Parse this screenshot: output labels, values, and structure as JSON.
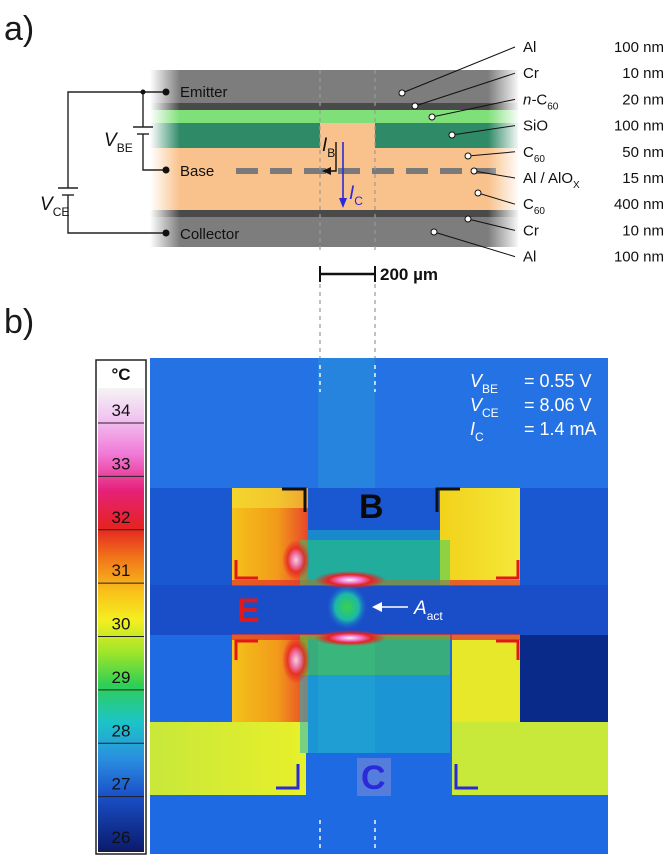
{
  "panels": {
    "a": "a)",
    "b": "b)"
  },
  "cross_section": {
    "terminals": {
      "emitter": "Emitter",
      "base": "Base",
      "collector": "Collector"
    },
    "voltages": {
      "vbe": {
        "main": "V",
        "sub": "BE"
      },
      "vce": {
        "main": "V",
        "sub": "CE"
      }
    },
    "currents": {
      "ib": {
        "main": "I",
        "sub": "B"
      },
      "ic": {
        "main": "I",
        "sub": "C"
      }
    },
    "layers": [
      {
        "name": "Al",
        "thickness": "100 nm",
        "color": "#7d7d7d"
      },
      {
        "name": "Cr",
        "thickness": "10 nm",
        "color": "#4a4a4a"
      },
      {
        "name_prefix": "n-",
        "name": "C",
        "name_sub": "60",
        "thickness": "20 nm",
        "color": "#7fe07a"
      },
      {
        "name": "SiO",
        "thickness": "100 nm",
        "color": "#2f8a68"
      },
      {
        "name": "C",
        "name_sub": "60",
        "thickness": "50 nm",
        "color": "#f9c28c"
      },
      {
        "name": "Al / AlO",
        "name_sub": "X",
        "thickness": "15 nm",
        "color": "#808080"
      },
      {
        "name": "C",
        "name_sub": "60",
        "thickness": "400 nm",
        "color": "#f9c28c"
      },
      {
        "name": "Cr",
        "thickness": "10 nm",
        "color": "#4a4a4a"
      },
      {
        "name": "Al",
        "thickness": "100 nm",
        "color": "#7d7d7d"
      }
    ],
    "scale_bar": "200 µm"
  },
  "thermal": {
    "unit": "°C",
    "ticks": [
      "34",
      "33",
      "32",
      "31",
      "30",
      "29",
      "28",
      "27",
      "26"
    ],
    "conditions": [
      {
        "main": "V",
        "sub": "BE",
        "value": "= 0.55 V"
      },
      {
        "main": "V",
        "sub": "CE",
        "value": "= 8.06 V"
      },
      {
        "main": "I",
        "sub": "C",
        "value": "= 1.4 mA"
      }
    ],
    "labels": {
      "base": "B",
      "emitter": "E",
      "collector": "C",
      "active_main": "A",
      "active_sub": "act"
    },
    "colors": {
      "base": "#0a0a0a",
      "emitter": "#e01818",
      "collector": "#2a2ad8"
    }
  }
}
